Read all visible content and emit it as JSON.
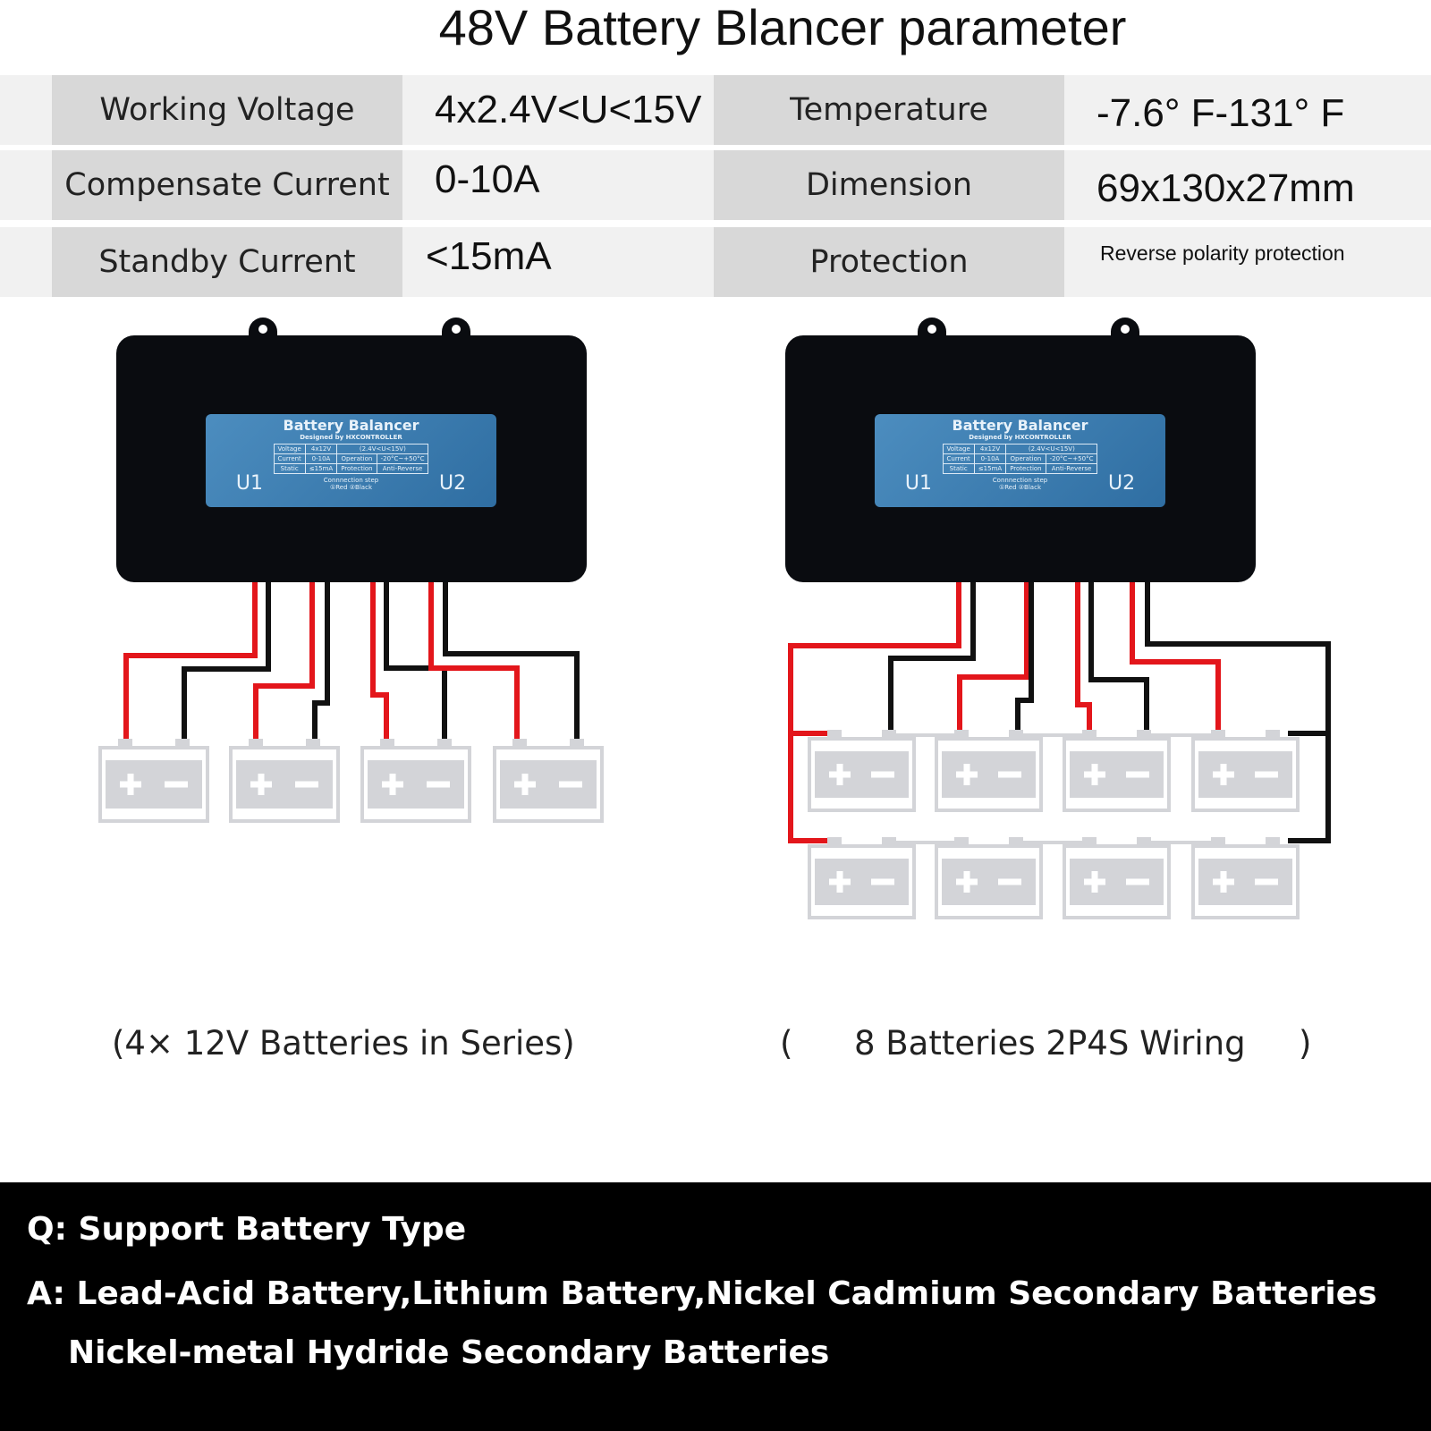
{
  "title": "48V Battery Blancer parameter",
  "params": [
    {
      "label": "Working Voltage",
      "value": "4x2.4V<U<15V",
      "label2": "Temperature",
      "value2": "-7.6°  F-131°  F"
    },
    {
      "label": "Compensate Current",
      "value": "0-10A",
      "label2": "Dimension",
      "value2": "69x130x27mm"
    },
    {
      "label": "Standby Current",
      "value": "<15mA",
      "label2": "Protection",
      "value2": "Reverse polarity protection"
    }
  ],
  "device": {
    "title": "Battery Balancer",
    "subtitle": "Designed by HXCONTROLLER",
    "rows": [
      [
        "Voltage",
        "4x12V",
        "(2.4V<U<15V)"
      ],
      [
        "Current",
        "0-10A",
        "Operation",
        "-20°C~+50°C"
      ],
      [
        "Static",
        "≤15mA",
        "Protection",
        "Anti-Reverse"
      ]
    ],
    "u1": "U1",
    "u2": "U2",
    "step": "Connnection step",
    "step_colors": "①Red  ②Black"
  },
  "captions": {
    "left": "(4× 12V Batteries in Series)",
    "right_open": "(",
    "right": "8 Batteries  2P4S Wiring",
    "right_close": ")"
  },
  "qa": {
    "q": "Q: Support Battery Type",
    "a1": "A: Lead-Acid Battery,Lithium Battery,Nickel Cadmium Secondary Batteries",
    "a2": "Nickel-metal Hydride Secondary Batteries"
  },
  "colors": {
    "red_wire": "#e3161b",
    "black_wire": "#111111",
    "battery": "#d3d4d8",
    "plate": "#3a7bb0"
  }
}
